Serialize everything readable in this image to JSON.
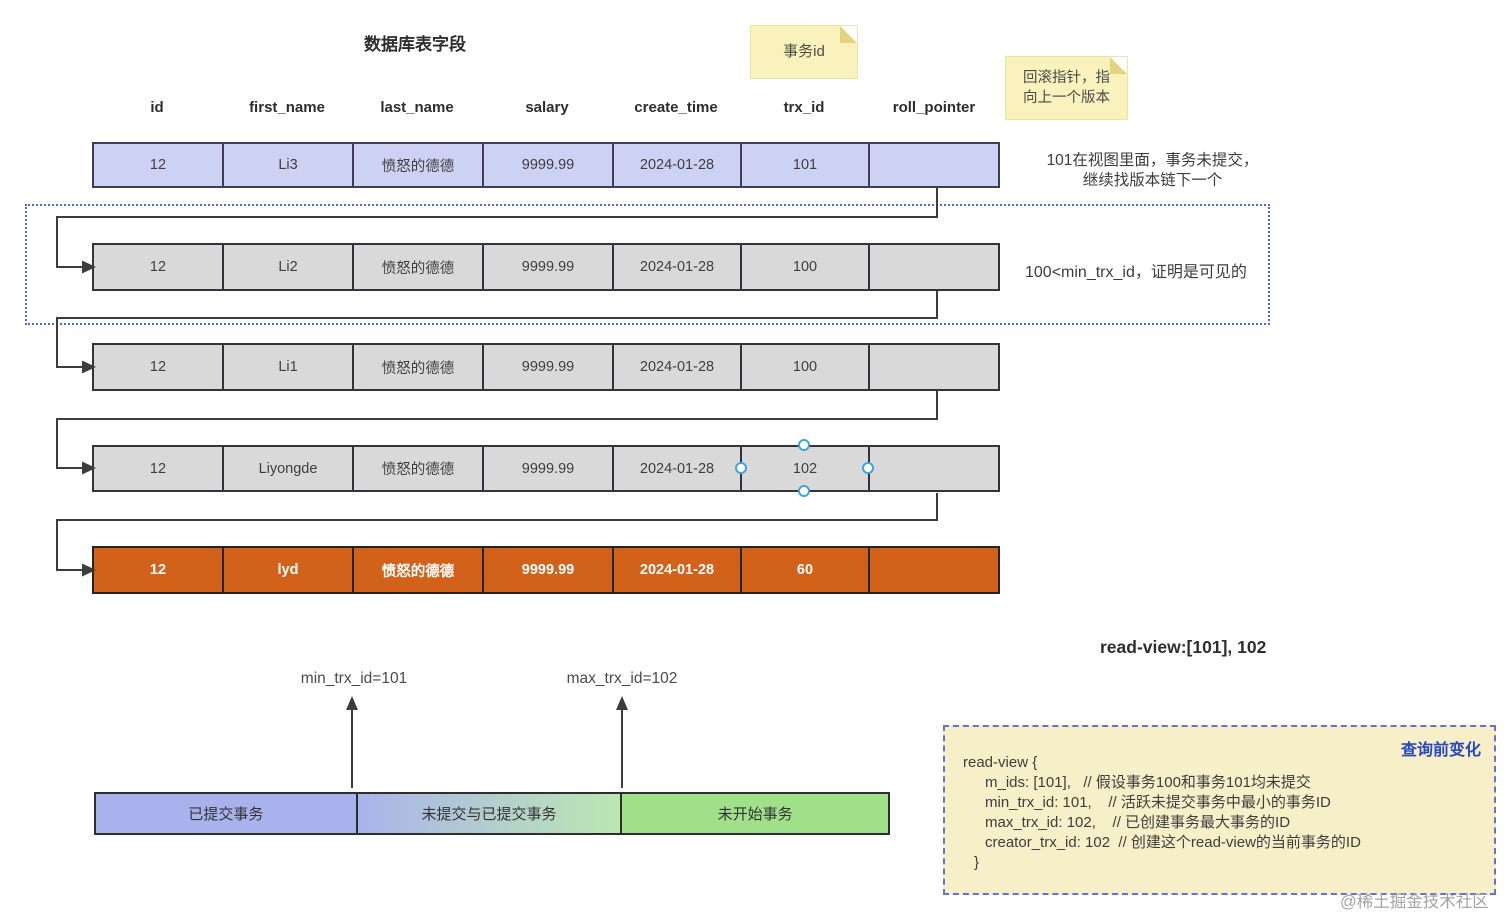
{
  "diagram_title": "数据库表字段",
  "sticky_notes": {
    "trx_id_note": "事务id",
    "roll_pointer_note_line1": "回滚指针，指",
    "roll_pointer_note_line2": "向上一个版本"
  },
  "table": {
    "columns": [
      "id",
      "first_name",
      "last_name",
      "salary",
      "create_time",
      "trx_id",
      "roll_pointer"
    ],
    "rows": [
      {
        "cells": [
          "12",
          "Li3",
          "愤怒的德德",
          "9999.99",
          "2024-01-28",
          "101",
          ""
        ]
      },
      {
        "cells": [
          "12",
          "Li2",
          "愤怒的德德",
          "9999.99",
          "2024-01-28",
          "100",
          ""
        ]
      },
      {
        "cells": [
          "12",
          "Li1",
          "愤怒的德德",
          "9999.99",
          "2024-01-28",
          "100",
          ""
        ]
      },
      {
        "cells": [
          "12",
          "Liyongde",
          "愤怒的德德",
          "9999.99",
          "2024-01-28",
          "102",
          ""
        ]
      },
      {
        "cells": [
          "12",
          "lyd",
          "愤怒的德德",
          "9999.99",
          "2024-01-28",
          "60",
          ""
        ]
      }
    ]
  },
  "annotations": {
    "row1_line1": "101在视图里面，事务未提交，",
    "row1_line2": "继续找版本链下一个",
    "row2": "100<min_trx_id，证明是可见的"
  },
  "read_view": {
    "title": "read-view:[101], 102",
    "badge": "查询前变化",
    "lines": [
      "read-view {",
      "m_ids: [101],   // 假设事务100和事务101均未提交",
      "min_trx_id: 101,    // 活跃未提交事务中最小的事务ID",
      "max_trx_id: 102,    // 已创建事务最大事务的ID",
      "creator_trx_id: 102  // 创建这个read-view的当前事务的ID",
      "}"
    ]
  },
  "timeline": {
    "segments": [
      {
        "label": "已提交事务"
      },
      {
        "label": "未提交与已提交事务"
      },
      {
        "label": "未开始事务"
      }
    ],
    "min_label": "min_trx_id=101",
    "max_label": "max_trx_id=102"
  },
  "watermark": "@稀土掘金技术社区",
  "colors": {
    "row_current": "#cdd1f3",
    "row_history": "#d9d9d9",
    "row_visible": "#d2611a",
    "sticky": "#faf2bd",
    "read_view_fill": "#f7efc7",
    "read_view_border": "#6272d9",
    "dotted_box": "#4a6bdb",
    "badge_blue": "#2446c7",
    "timeline_committed": "#a9b2ec",
    "timeline_not_started": "#9fe089"
  }
}
